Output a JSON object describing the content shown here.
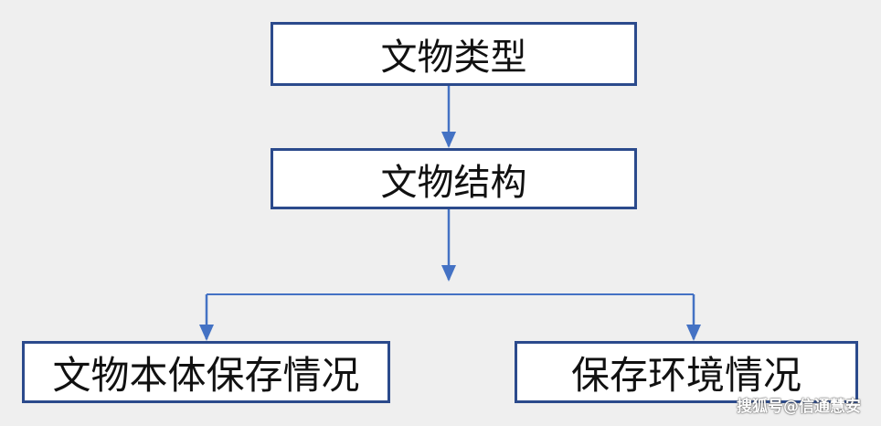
{
  "nodes": {
    "type": "文物类型",
    "structure": "文物结构",
    "body_condition": "文物本体保存情况",
    "environment_condition": "保存环境情况"
  },
  "watermark": "搜狐号@信通慧安",
  "colors": {
    "border": "#2b4a8c",
    "connector": "#4472c4",
    "background": "#efefef",
    "box_fill": "#ffffff"
  }
}
